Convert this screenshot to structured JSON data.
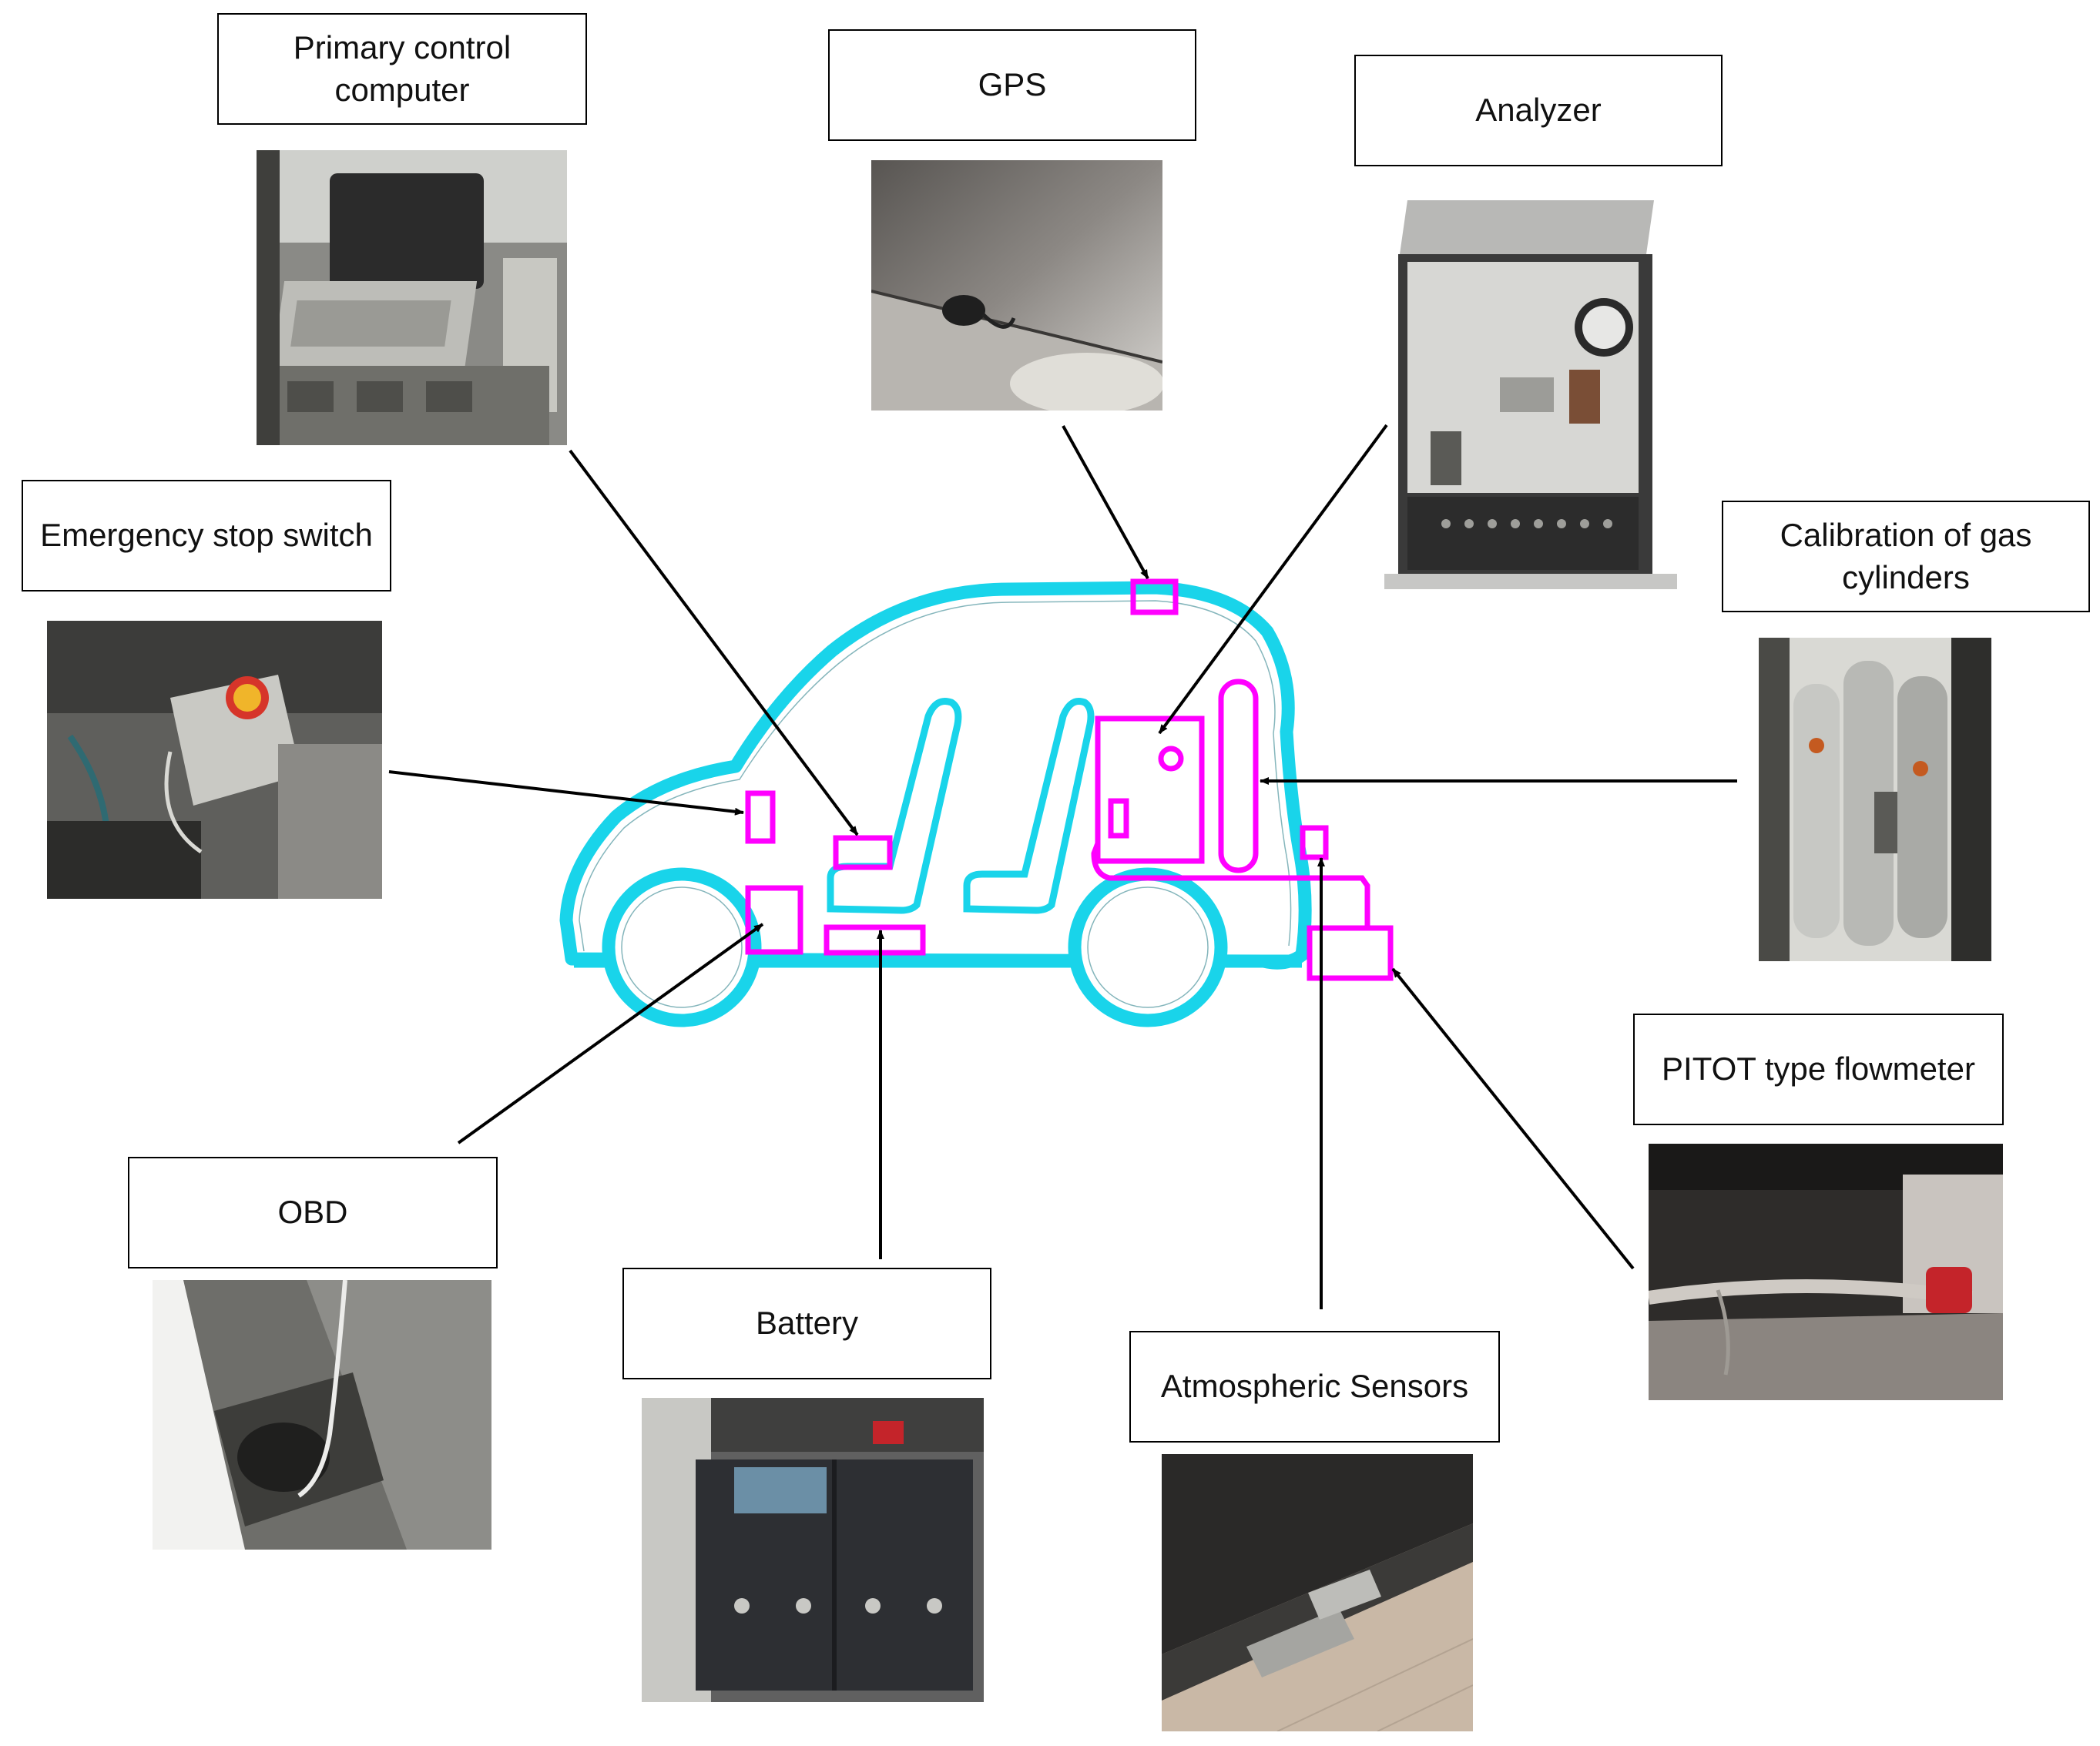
{
  "labels": {
    "primary_control_computer": "Primary control computer",
    "gps": "GPS",
    "analyzer": "Analyzer",
    "emergency_stop_switch": "Emergency stop switch",
    "calibration_gas_line1": "Calibration of gas",
    "calibration_gas_line2": "cylinders",
    "pitot_flowmeter": "PITOT type flowmeter",
    "obd": "OBD",
    "battery": "Battery",
    "atmospheric_sensors": "Atmospheric Sensors"
  },
  "colors": {
    "car_outline": "#19d4ea",
    "component_outline": "#ff00ff",
    "arrow": "#000000",
    "box_border": "#000000"
  }
}
